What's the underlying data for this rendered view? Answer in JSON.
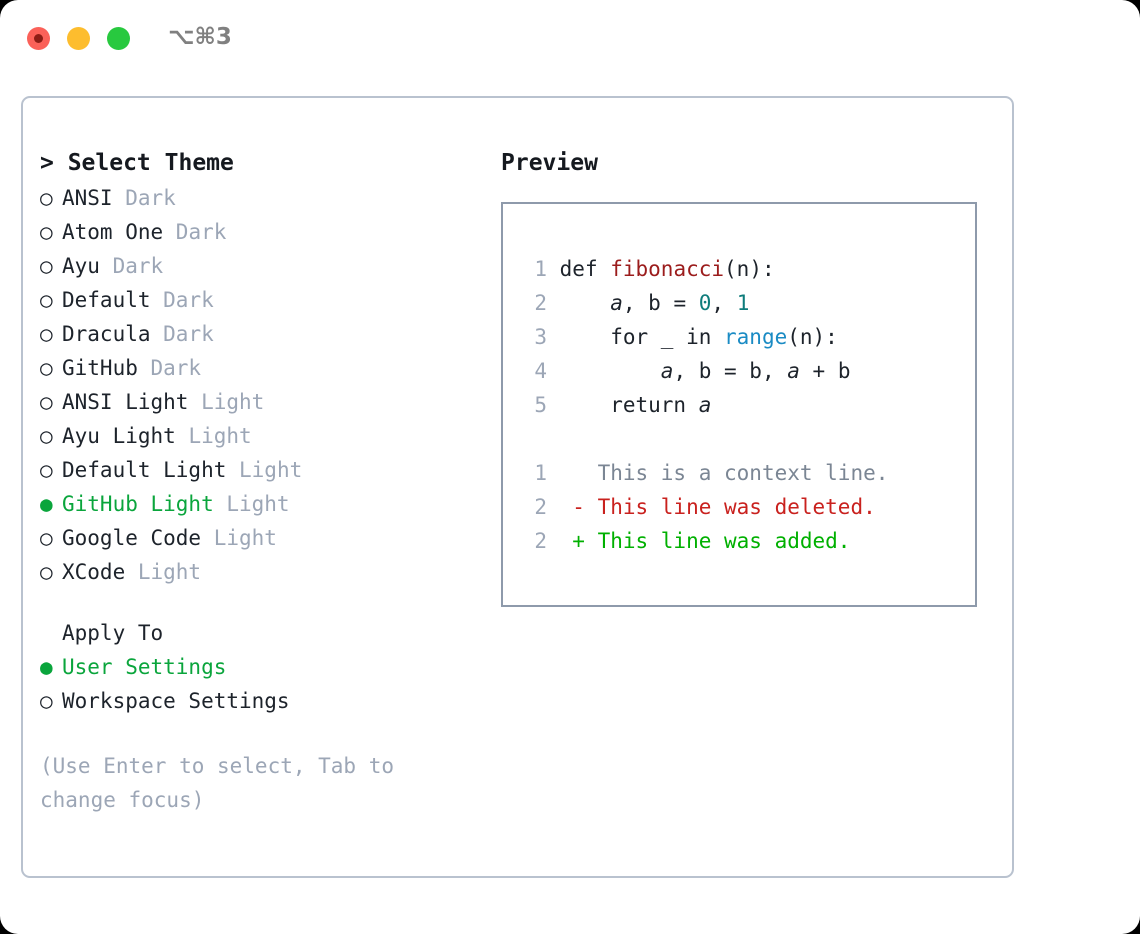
{
  "titlebar": {
    "shortcut": "⌥⌘3",
    "buttons": {
      "close": "close",
      "minimize": "minimize",
      "maximize": "maximize"
    }
  },
  "theme_panel": {
    "header": "> Select Theme",
    "options": [
      {
        "bullet": "○",
        "label": "ANSI",
        "suffix": " Dark",
        "selected": false
      },
      {
        "bullet": "○",
        "label": "Atom One",
        "suffix": " Dark",
        "selected": false
      },
      {
        "bullet": "○",
        "label": "Ayu",
        "suffix": " Dark",
        "selected": false
      },
      {
        "bullet": "○",
        "label": "Default",
        "suffix": " Dark",
        "selected": false
      },
      {
        "bullet": "○",
        "label": "Dracula",
        "suffix": " Dark",
        "selected": false
      },
      {
        "bullet": "○",
        "label": "GitHub",
        "suffix": " Dark",
        "selected": false
      },
      {
        "bullet": "○",
        "label": "ANSI Light",
        "suffix": " Light",
        "selected": false
      },
      {
        "bullet": "○",
        "label": "Ayu Light",
        "suffix": " Light",
        "selected": false
      },
      {
        "bullet": "○",
        "label": "Default Light",
        "suffix": " Light",
        "selected": false
      },
      {
        "bullet": "●",
        "label": "GitHub Light",
        "suffix": " Light",
        "selected": true
      },
      {
        "bullet": "○",
        "label": "Google Code",
        "suffix": " Light",
        "selected": false
      },
      {
        "bullet": "○",
        "label": "XCode",
        "suffix": " Light",
        "selected": false
      }
    ]
  },
  "apply_to": {
    "title": "Apply To",
    "options": [
      {
        "bullet": "●",
        "label": "User Settings",
        "selected": true
      },
      {
        "bullet": "○",
        "label": "Workspace Settings",
        "selected": false
      }
    ]
  },
  "hint": "(Use Enter to select, Tab to change focus)",
  "preview": {
    "header": "Preview",
    "code_lines": [
      {
        "num": "1",
        "indent": "",
        "segments": [
          {
            "text": "def ",
            "type": "kw"
          },
          {
            "text": "fibonacci",
            "type": "fn"
          },
          {
            "text": "(n):",
            "type": "plain"
          }
        ]
      },
      {
        "num": "2",
        "indent": "    ",
        "segments": [
          {
            "text": "a",
            "type": "var"
          },
          {
            "text": ", ",
            "type": "plain"
          },
          {
            "text": "b",
            "type": "plain"
          },
          {
            "text": " = ",
            "type": "plain"
          },
          {
            "text": "0",
            "type": "num"
          },
          {
            "text": ", ",
            "type": "plain"
          },
          {
            "text": "1",
            "type": "num"
          }
        ]
      },
      {
        "num": "3",
        "indent": "    ",
        "segments": [
          {
            "text": "for _ in ",
            "type": "plain"
          },
          {
            "text": "range",
            "type": "bi"
          },
          {
            "text": "(n):",
            "type": "plain"
          }
        ]
      },
      {
        "num": "4",
        "indent": "        ",
        "segments": [
          {
            "text": "a",
            "type": "var"
          },
          {
            "text": ", b = b, ",
            "type": "plain"
          },
          {
            "text": "a",
            "type": "var"
          },
          {
            "text": " + b",
            "type": "plain"
          }
        ]
      },
      {
        "num": "5",
        "indent": "    ",
        "segments": [
          {
            "text": "return ",
            "type": "plain"
          },
          {
            "text": "a",
            "type": "var"
          }
        ]
      }
    ],
    "diff_lines": [
      {
        "num": "1",
        "marker": "  ",
        "text": "This is a context line.",
        "kind": "ctx"
      },
      {
        "num": "2",
        "marker": "- ",
        "text": "This line was deleted.",
        "kind": "del"
      },
      {
        "num": "2",
        "marker": "+ ",
        "text": "This line was added.",
        "kind": "add"
      }
    ]
  },
  "colors": {
    "accent_green": "#0aa53c",
    "muted": "#9ca6b6",
    "text": "#1d232b",
    "function": "#9b1c1c",
    "number": "#0e7c7b",
    "builtin": "#1a8bc4",
    "diff_add": "#00b000",
    "diff_del": "#c9211e",
    "border": "#8e9aab",
    "panel_border": "#b9c2cf"
  }
}
